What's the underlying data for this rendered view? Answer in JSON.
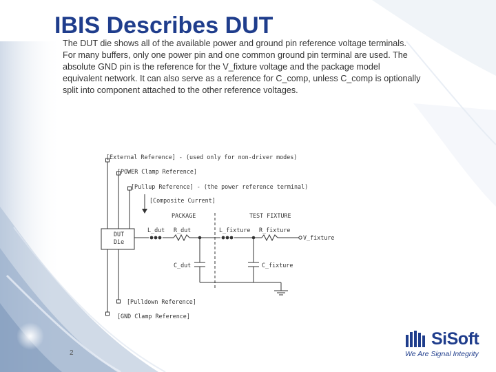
{
  "slide": {
    "title": "IBIS Describes DUT",
    "body": "The DUT die shows all of the available power and ground pin reference voltage terminals.  For many buffers, only one power pin and one common ground pin terminal are used.  The absolute GND pin is the reference for the V_fixture voltage and the package model equivalent network.  It can also serve as a reference for C_comp, unless C_comp is optionally split into component attached to the other reference voltages.",
    "slide_number": "2"
  },
  "diagram": {
    "labels": {
      "external_reference": "[External Reference] - (used only for non-driver modes)",
      "power_clamp_reference": "[POWER Clamp Reference]",
      "pullup_reference": "[Pullup Reference] - (the power reference terminal)",
      "composite_current": "[Composite Current]",
      "package": "PACKAGE",
      "test_fixture": "TEST FIXTURE",
      "dut": "DUT",
      "die": "Die",
      "l_dut": "L_dut",
      "r_dut": "R_dut",
      "l_fixture": "L_fixture",
      "r_fixture": "R_fixture",
      "v_fixture": "V_fixture",
      "c_dut": "C_dut",
      "c_fixture": "C_fixture",
      "pulldown_reference": "[Pulldown Reference]",
      "gnd_clamp_reference": "[GND Clamp Reference]"
    }
  },
  "logo": {
    "name": "SiSoft",
    "tagline": "We Are Signal Integrity",
    "brand_color": "#1f3d8c"
  },
  "colors": {
    "title": "#1f3d8c",
    "text": "#333333",
    "background_accent": "#4a6fa5"
  }
}
